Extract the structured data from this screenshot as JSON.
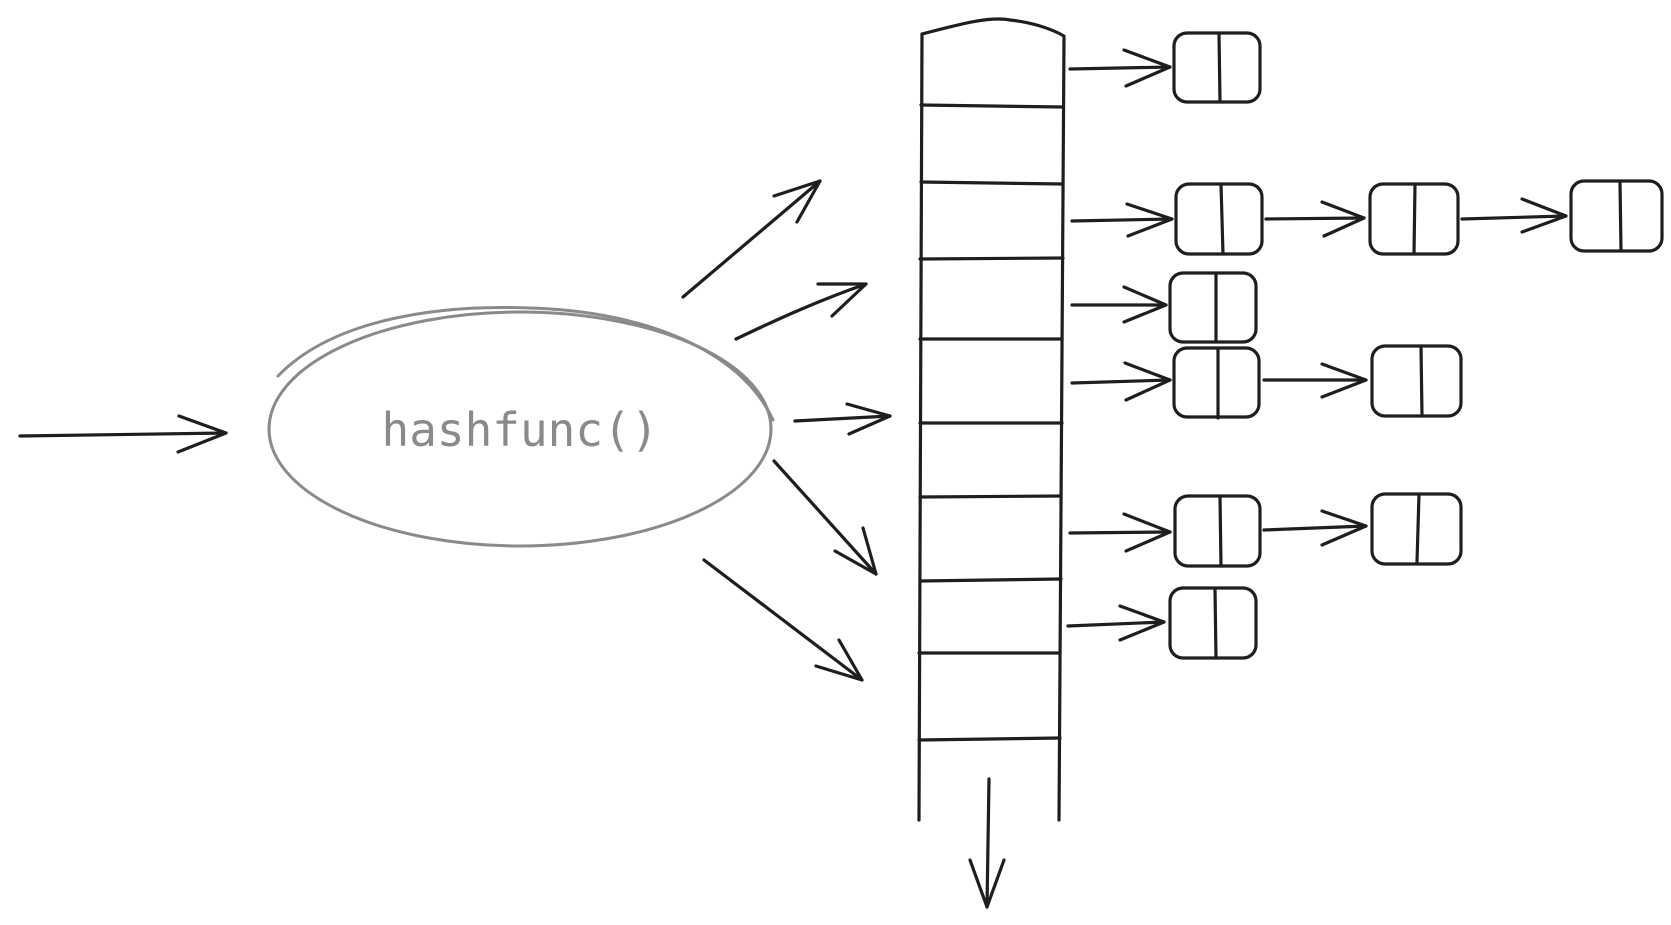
{
  "diagram": {
    "function_label": "hashfunc()",
    "colors": {
      "ink": "#1e1e1e",
      "function_ink": "#8a8a8a",
      "background": "#ffffff"
    },
    "bucket_array": {
      "slot_count": 10,
      "open_bottom": true
    },
    "chains": [
      {
        "slot": 1,
        "node_count": 1
      },
      {
        "slot": 3,
        "node_count": 3
      },
      {
        "slot": 4,
        "node_count": 1
      },
      {
        "slot": 5,
        "node_count": 2
      },
      {
        "slot": 7,
        "node_count": 2
      },
      {
        "slot": 8,
        "node_count": 1
      }
    ],
    "hash_output_arrow_count": 5
  }
}
